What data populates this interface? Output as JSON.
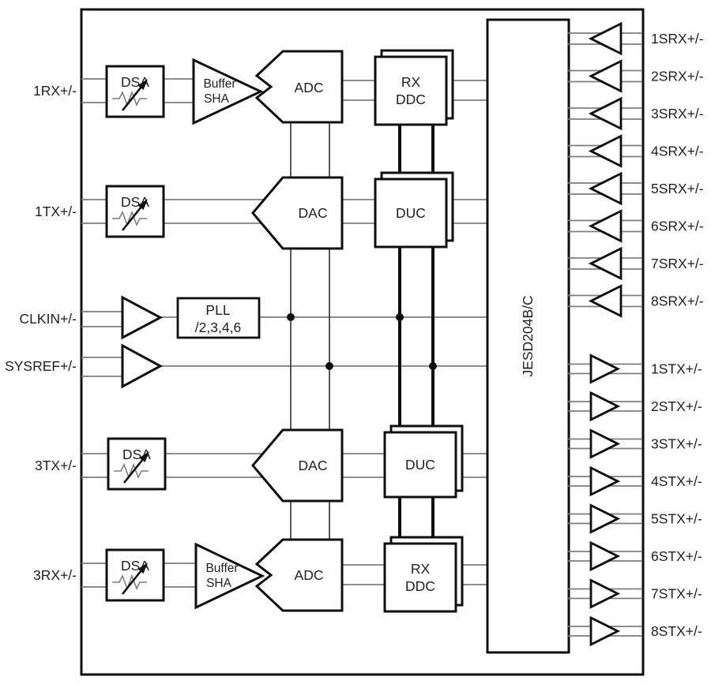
{
  "blocks": {
    "dsa": "DSA",
    "buffer_sha": {
      "line1": "Buffer",
      "line2": "SHA"
    },
    "adc": "ADC",
    "dac": "DAC",
    "rx_ddc": {
      "line1": "RX",
      "line2": "DDC"
    },
    "duc": "DUC",
    "pll": {
      "line1": "PLL",
      "line2": "/2,3,4,6"
    },
    "jesd": "JESD204B/C"
  },
  "ports": {
    "left": [
      "1RX+/-",
      "1TX+/-",
      "CLKIN+/-",
      "SYSREF+/-",
      "3TX+/-",
      "3RX+/-"
    ],
    "srx": [
      "1SRX+/-",
      "2SRX+/-",
      "3SRX+/-",
      "4SRX+/-",
      "5SRX+/-",
      "6SRX+/-",
      "7SRX+/-",
      "8SRX+/-"
    ],
    "stx": [
      "1STX+/-",
      "2STX+/-",
      "3STX+/-",
      "4STX+/-",
      "5STX+/-",
      "6STX+/-",
      "7STX+/-",
      "8STX+/-"
    ]
  },
  "colors": {
    "background": "#ffffff",
    "ink": "#0f0f0f",
    "signal_line": "#7d7d7d",
    "signal_line_dark": "#454545",
    "text": "#1f1f1f"
  }
}
